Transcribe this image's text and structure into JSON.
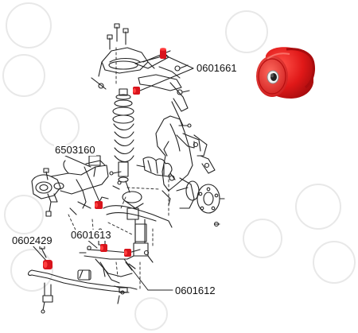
{
  "labels": {
    "part_0601661": "0601661",
    "part_6503160": "6503160",
    "part_0601613": "0601613",
    "part_0602429": "0602429",
    "part_0601612": "0601612"
  },
  "colors": {
    "bushing_red": "#d8141c",
    "line": "#222222",
    "watermark": "#e6e6e6"
  }
}
